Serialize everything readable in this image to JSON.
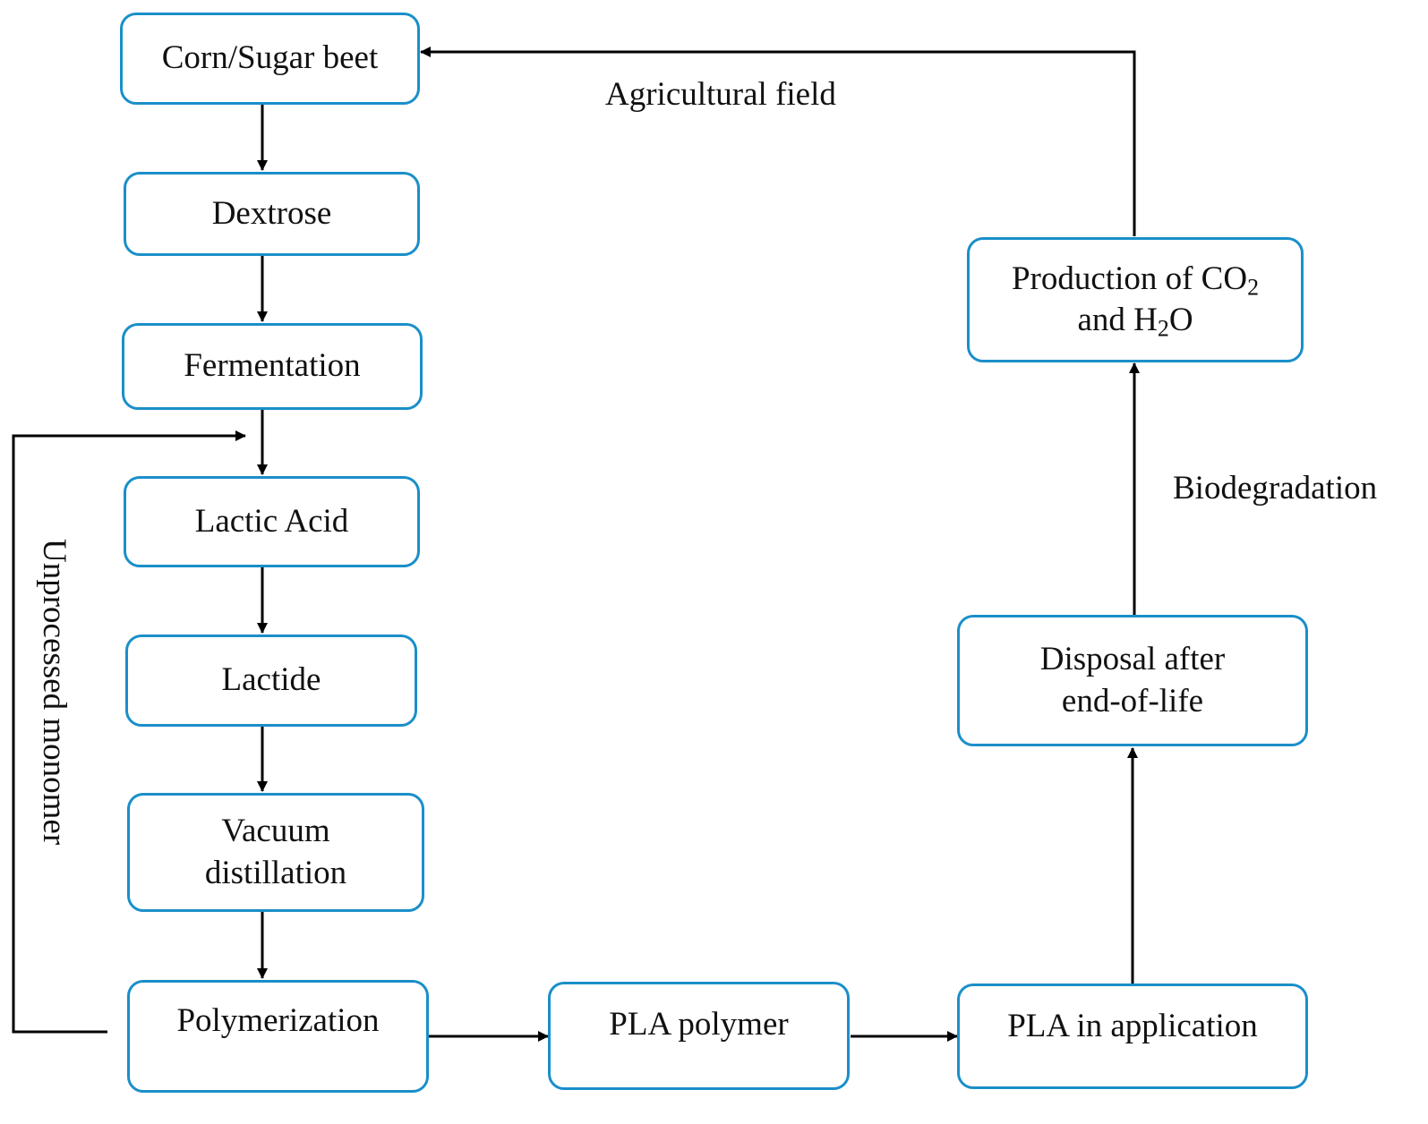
{
  "nodes": {
    "corn": "Corn/Sugar beet",
    "dextrose": "Dextrose",
    "fermentation": "Fermentation",
    "lactic_acid": "Lactic Acid",
    "lactide": "Lactide",
    "vacuum": [
      "Vacuum",
      "distillation"
    ],
    "polymerization": "Polymerization",
    "pla_polymer": "PLA polymer",
    "pla_application": "PLA in application",
    "disposal": [
      "Disposal after",
      "end-of-life"
    ],
    "production": {
      "line1_prefix": "Production of CO",
      "line1_sub": "2",
      "line2_prefix": "and H",
      "line2_sub": "2",
      "line2_suffix": "O"
    }
  },
  "edge_labels": {
    "agricultural_field": "Agricultural field",
    "biodegradation": "Biodegradation",
    "unprocessed_monomer": "Unprocessed monomer"
  },
  "colors": {
    "box_border": "#1a8fc9",
    "arrow": "#000000"
  }
}
